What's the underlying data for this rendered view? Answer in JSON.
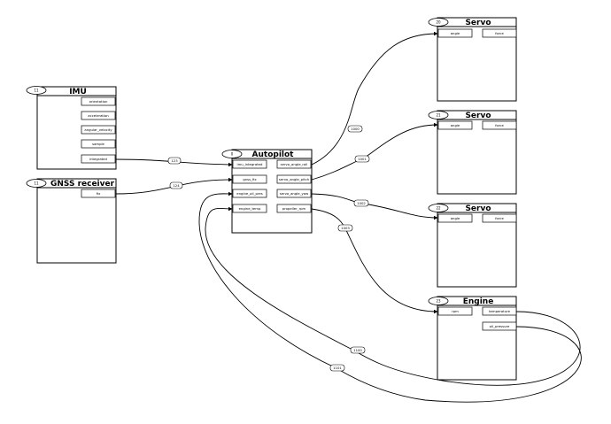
{
  "nodes": {
    "imu": {
      "id": "11",
      "title": "IMU",
      "ports": [
        "orientation",
        "acceleration",
        "angular_velocity",
        "sample",
        "integrated"
      ]
    },
    "gnss": {
      "id": "11",
      "title": "GNSS receiver",
      "ports": [
        "fix"
      ]
    },
    "autopilot": {
      "id": "0",
      "title": "Autopilot",
      "inputs": [
        "imu_integrated",
        "gnss_fix",
        "engine_oil_pres",
        "engine_temp"
      ],
      "outputs": [
        "servo_angle_roll",
        "servo_angle_pitch",
        "servo_angle_yaw",
        "propeller_rpm"
      ]
    },
    "servo1": {
      "id": "20",
      "title": "Servo",
      "ports": [
        "angle",
        "force"
      ]
    },
    "servo2": {
      "id": "21",
      "title": "Servo",
      "ports": [
        "angle",
        "force"
      ]
    },
    "servo3": {
      "id": "22",
      "title": "Servo",
      "ports": [
        "angle",
        "force"
      ]
    },
    "engine": {
      "id": "23",
      "title": "Engine",
      "left_ports": [
        "rpm"
      ],
      "right_ports": [
        "temperature",
        "oil_pressure"
      ]
    }
  },
  "edges": [
    {
      "from": "imu.integrated",
      "to": "autopilot.imu_integrated",
      "label": "123"
    },
    {
      "from": "gnss.fix",
      "to": "autopilot.gnss_fix",
      "label": "124"
    },
    {
      "from": "autopilot.servo_angle_roll",
      "to": "servo1.angle",
      "label": "1000"
    },
    {
      "from": "autopilot.servo_angle_pitch",
      "to": "servo2.angle",
      "label": "1001"
    },
    {
      "from": "autopilot.servo_angle_yaw",
      "to": "servo3.angle",
      "label": "1002"
    },
    {
      "from": "autopilot.propeller_rpm",
      "to": "engine.rpm",
      "label": "1003"
    },
    {
      "from": "engine.temperature",
      "to": "autopilot.engine_temp",
      "label": "1100"
    },
    {
      "from": "engine.oil_pressure",
      "to": "autopilot.engine_oil_pres",
      "label": "1101"
    }
  ]
}
